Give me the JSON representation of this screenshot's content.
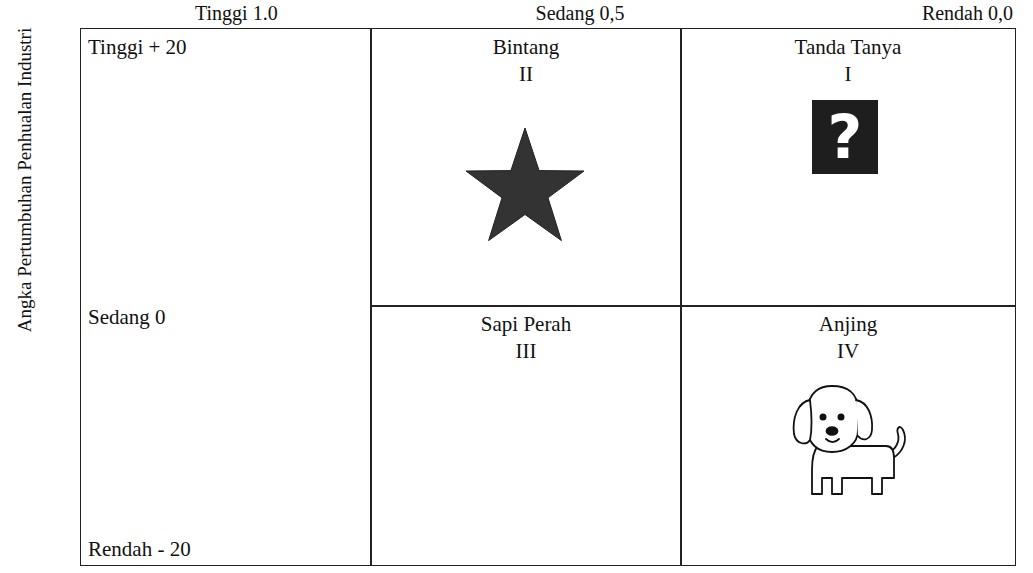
{
  "diagram": {
    "nodes": [
      {
        "text": [
          "Tinggi + 20",
          "Sedang 0",
          "Rendah - 20"
        ]
      },
      {
        "text": [
          "Bintang",
          "II"
        ]
      },
      {
        "text": [
          "Tanda Tanya",
          "I"
        ]
      },
      {
        "text": [
          "Sapi Perah",
          "III"
        ]
      },
      {
        "text": [
          "Anjing",
          "IV"
        ]
      }
    ],
    "labels": [
      "Tinggi 1.0",
      "Sedang 0,5",
      "Rendah 0,0",
      "Angka Pertumbuhan Penhualan Industri",
      "?"
    ]
  }
}
